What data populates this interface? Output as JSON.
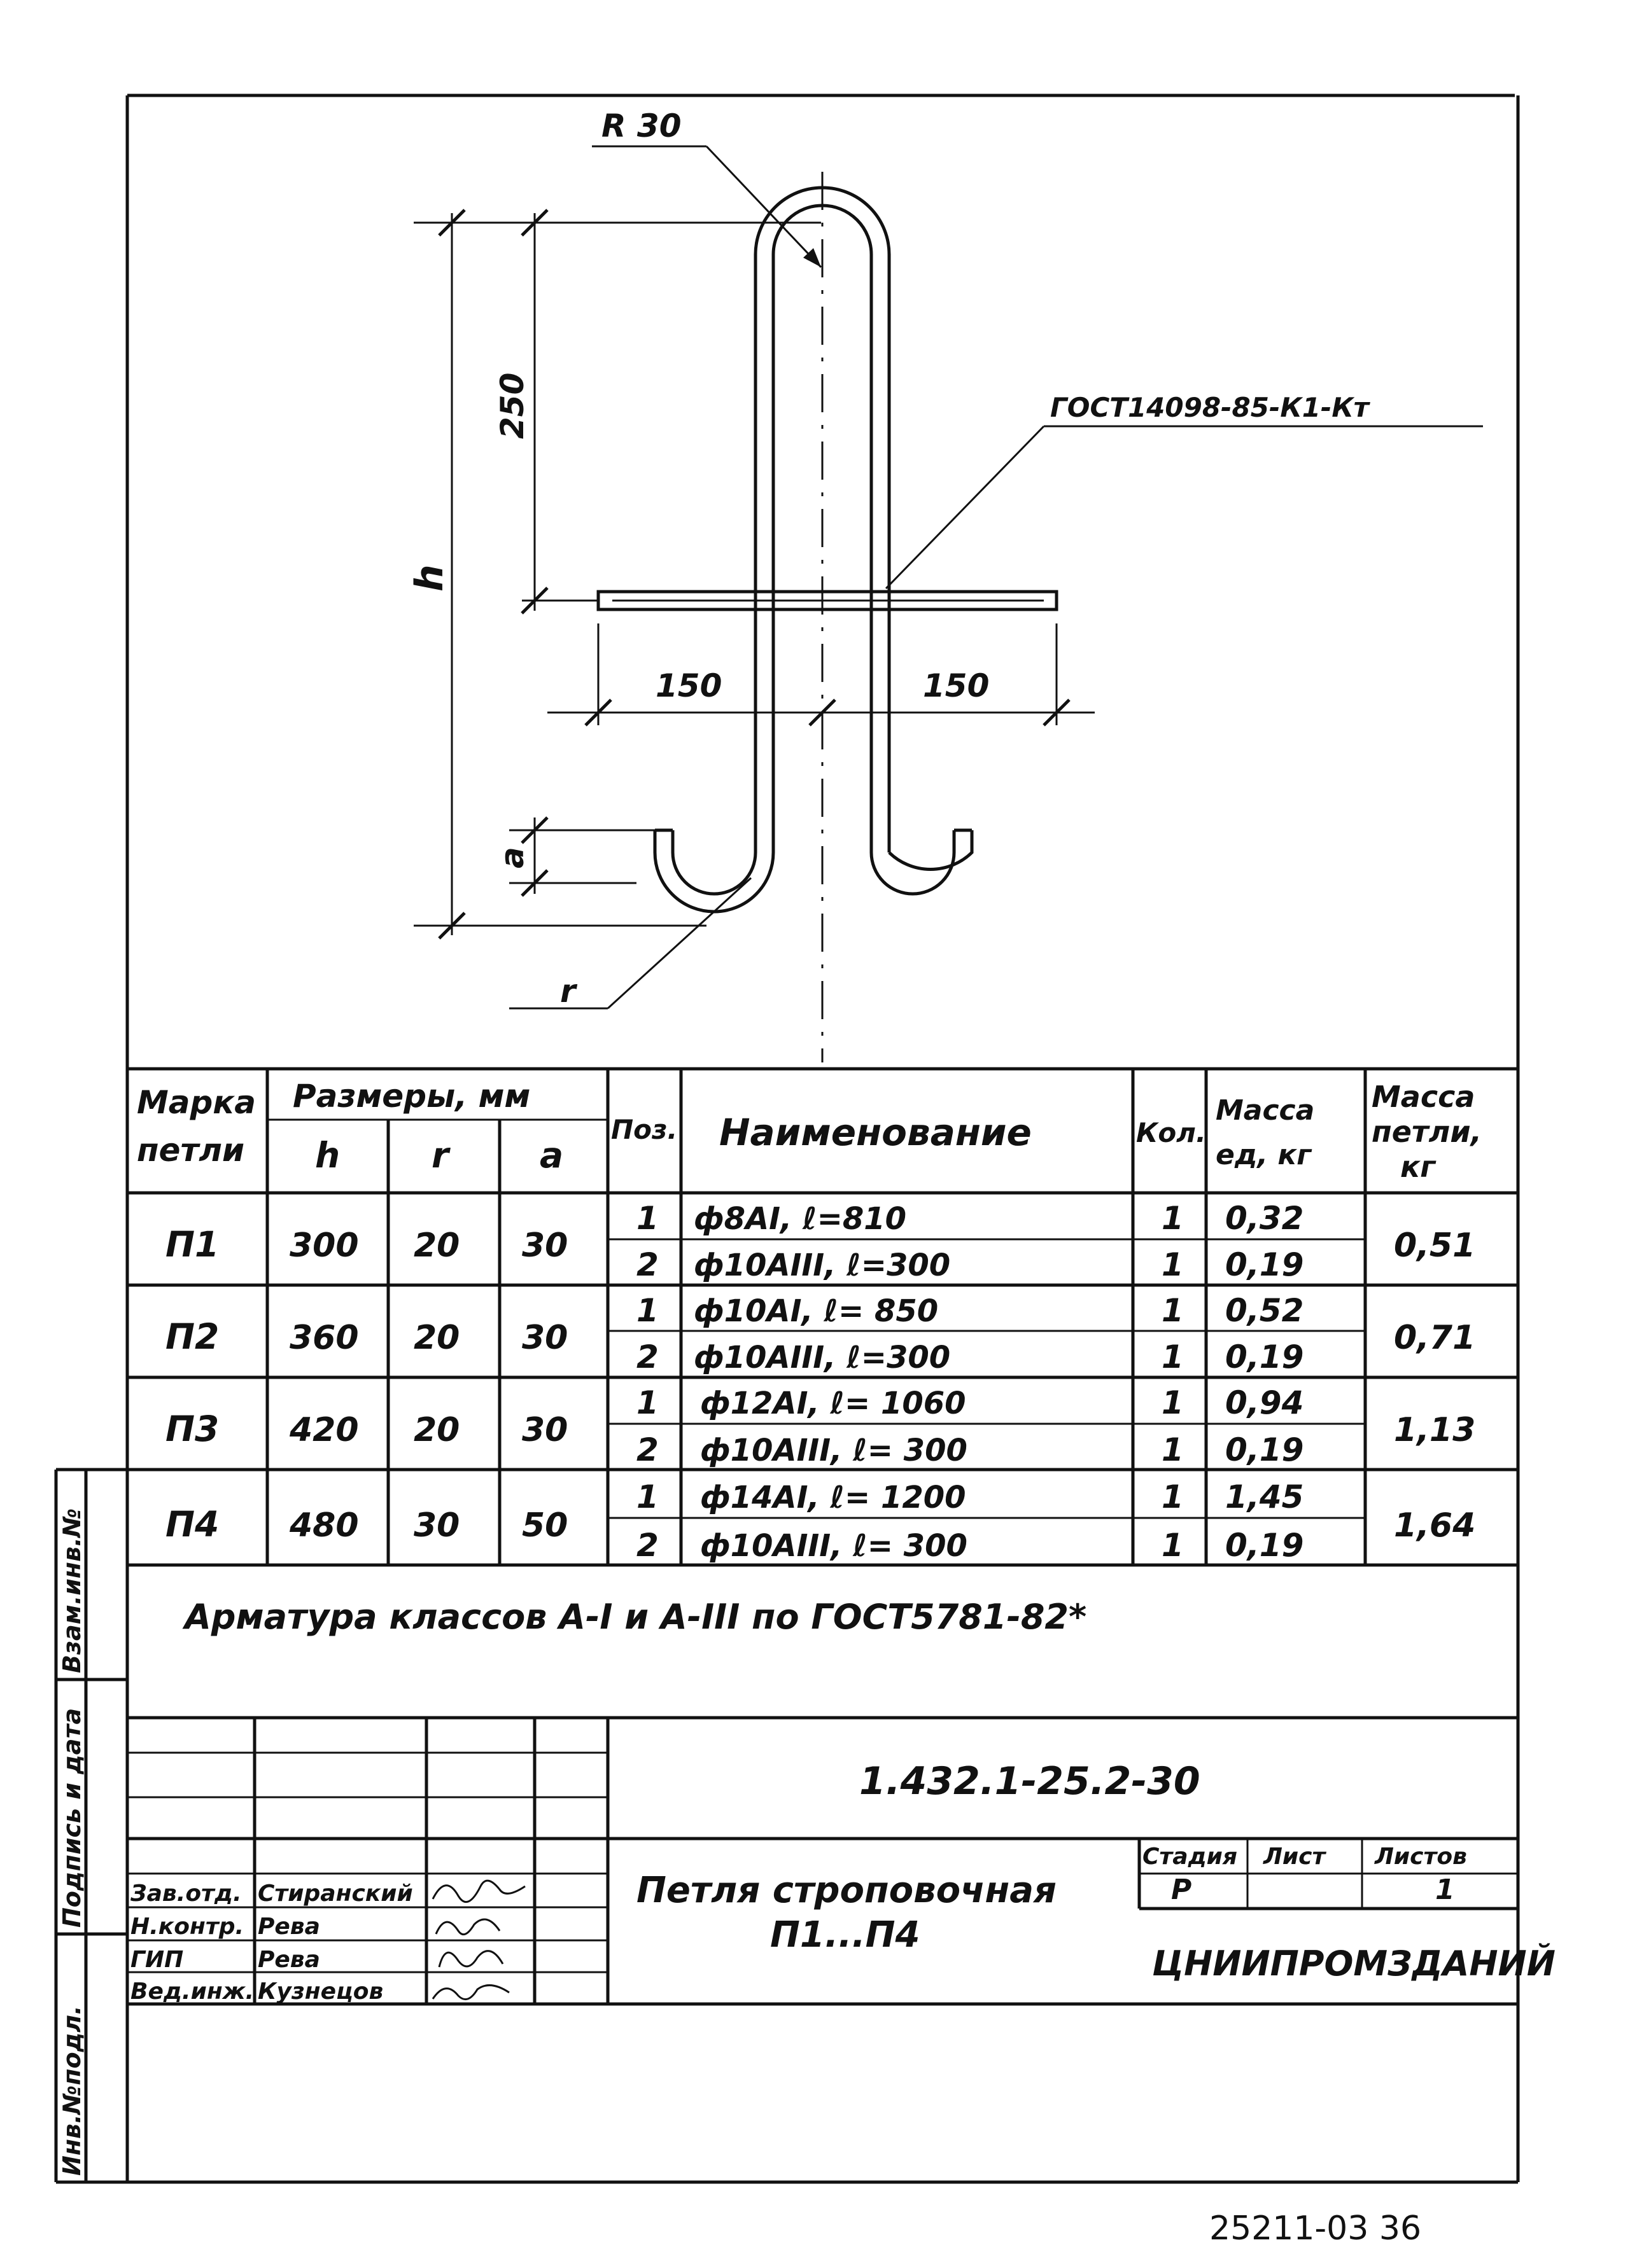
{
  "drawing": {
    "radius_label": "R 30",
    "dim_250": "250",
    "dim_h": "h",
    "dim_a": "a",
    "dim_r": "r",
    "dim_150_left": "150",
    "dim_150_right": "150",
    "weld_note": "ГОСТ14098-85-К1-Кт"
  },
  "table": {
    "headers": {
      "mark": [
        "Марка",
        "петли"
      ],
      "sizes": "Размеры, мм",
      "h": "h",
      "r": "r",
      "a": "a",
      "pos": "Поз.",
      "name": "Наименование",
      "qty": "Кол.",
      "unit_mass": [
        "Масса",
        "ед, кг"
      ],
      "loop_mass": [
        "Масса",
        "петли,",
        "кг"
      ]
    },
    "rows": [
      {
        "mark": "П1",
        "h": "300",
        "r": "20",
        "a": "30",
        "loop_mass": "0,51",
        "items": [
          {
            "pos": "1",
            "name": "ф8АI, ℓ=810",
            "qty": "1",
            "mass": "0,32"
          },
          {
            "pos": "2",
            "name": "ф10АIII, ℓ=300",
            "qty": "1",
            "mass": "0,19"
          }
        ]
      },
      {
        "mark": "П2",
        "h": "360",
        "r": "20",
        "a": "30",
        "loop_mass": "0,71",
        "items": [
          {
            "pos": "1",
            "name": "ф10АI, ℓ= 850",
            "qty": "1",
            "mass": "0,52"
          },
          {
            "pos": "2",
            "name": "ф10АIII, ℓ=300",
            "qty": "1",
            "mass": "0,19"
          }
        ]
      },
      {
        "mark": "П3",
        "h": "420",
        "r": "20",
        "a": "30",
        "loop_mass": "1,13",
        "items": [
          {
            "pos": "1",
            "name": "ф12АI, ℓ= 1060",
            "qty": "1",
            "mass": "0,94"
          },
          {
            "pos": "2",
            "name": "ф10АIII, ℓ= 300",
            "qty": "1",
            "mass": "0,19"
          }
        ]
      },
      {
        "mark": "П4",
        "h": "480",
        "r": "30",
        "a": "50",
        "loop_mass": "1,64",
        "items": [
          {
            "pos": "1",
            "name": "ф14АI, ℓ= 1200",
            "qty": "1",
            "mass": "1,45"
          },
          {
            "pos": "2",
            "name": "ф10АIII, ℓ= 300",
            "qty": "1",
            "mass": "0,19"
          }
        ]
      }
    ],
    "note": "Арматура классов А-I и А-III по ГОСТ5781-82*"
  },
  "title_block": {
    "doc_code": "1.432.1-25.2-30",
    "title_line1": "Петля строповочная",
    "title_line2": "П1...П4",
    "stage_label": "Стадия",
    "sheet_label": "Лист",
    "sheets_label": "Листов",
    "stage_value": "Р",
    "sheets_value": "1",
    "org": "ЦНИИПРОМЗДАНИЙ",
    "staff": [
      {
        "role": "Зав.отд.",
        "name": "Стиранский"
      },
      {
        "role": "Н.контр.",
        "name": "Рева"
      },
      {
        "role": "ГИП",
        "name": "Рева"
      },
      {
        "role": "Вед.инж.",
        "name": "Кузнецов"
      }
    ],
    "side_labels": [
      "Инв.№подл.",
      "Подпись и дата",
      "Взам.инв.№"
    ]
  },
  "footer": {
    "code": "25211-03   36"
  }
}
